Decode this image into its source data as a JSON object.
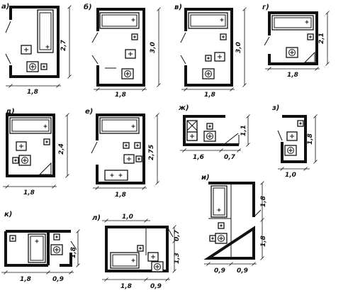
{
  "plans": [
    {
      "id": "a",
      "label": "а)",
      "dims": {
        "width": "1,8",
        "height": "2,7"
      }
    },
    {
      "id": "b",
      "label": "б)",
      "dims": {
        "width": "1,8",
        "height": "3,0"
      }
    },
    {
      "id": "v",
      "label": "в)",
      "dims": {
        "width": "1,8",
        "height": "3,0"
      }
    },
    {
      "id": "g",
      "label": "г)",
      "dims": {
        "width": "1,8",
        "height": "2,1"
      }
    },
    {
      "id": "d",
      "label": "д)",
      "dims": {
        "width": "1,8",
        "height": "2,4"
      }
    },
    {
      "id": "e",
      "label": "е)",
      "dims": {
        "width": "1,8",
        "height": "2,75"
      }
    },
    {
      "id": "zh",
      "label": "ж)",
      "dims": {
        "width1": "1,6",
        "width2": "0,7",
        "height": "1,1"
      }
    },
    {
      "id": "z",
      "label": "з)",
      "dims": {
        "width": "1,0",
        "height": "1,8"
      }
    },
    {
      "id": "i",
      "label": "и)",
      "dims": {
        "width1": "0,9",
        "width2": "0,9",
        "height1": "1,8",
        "height2": "1,8"
      }
    },
    {
      "id": "k",
      "label": "к)",
      "dims": {
        "width1": "1,8",
        "width2": "0,9",
        "height": "1,8"
      }
    },
    {
      "id": "l",
      "label": "л)",
      "dims": {
        "top": "1,0",
        "width1": "1,8",
        "width2": "0,9",
        "height1": "0,7",
        "height2": "1,3"
      }
    }
  ]
}
